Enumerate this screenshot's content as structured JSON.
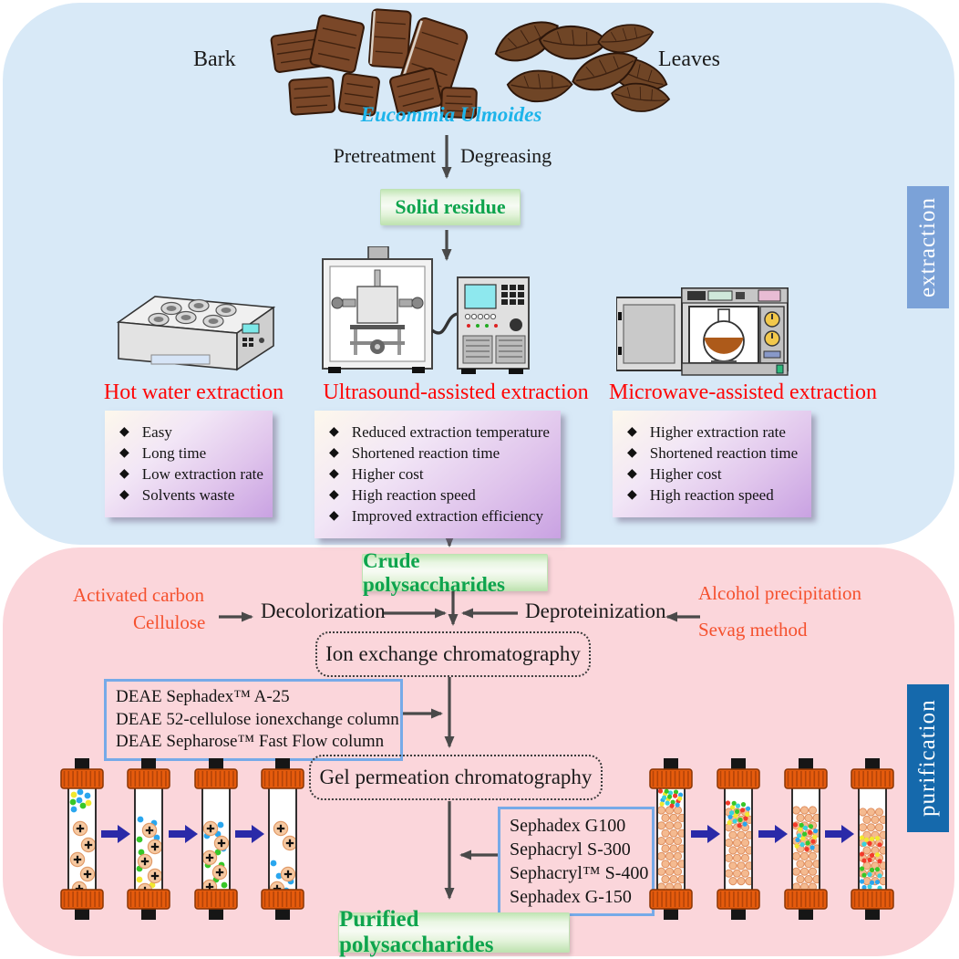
{
  "ui": {
    "bullet_icon": "◆"
  },
  "panels": {
    "extraction_tab": "extraction",
    "purification_tab": "purification"
  },
  "source": {
    "bark_label": "Bark",
    "leaves_label": "Leaves",
    "plant_name": "Eucommia Ulmoides",
    "pretreatment_label": "Pretreatment",
    "degreasing_label": "Degreasing",
    "solid_residue_label": "Solid residue"
  },
  "extraction_methods": [
    {
      "title": "Hot water extraction",
      "points": [
        "Easy",
        "Long time",
        "Low extraction rate",
        "Solvents waste"
      ]
    },
    {
      "title": "Ultrasound-assisted extraction",
      "points": [
        "Reduced extraction temperature",
        "Shortened reaction time",
        "Higher cost",
        "High reaction speed",
        "Improved extraction efficiency"
      ]
    },
    {
      "title": "Microwave-assisted extraction",
      "points": [
        "Higher extraction rate",
        "Shortened reaction time",
        "Higher cost",
        "High reaction speed"
      ]
    }
  ],
  "purification": {
    "crude_label": "Crude polysaccharides",
    "decolorization_label": "Decolorization",
    "decolorization_agents": [
      "Activated carbon",
      "Cellulose"
    ],
    "deproteinization_label": "Deproteinization",
    "deproteinization_agents": [
      "Alcohol precipitation",
      "Sevag method"
    ],
    "ion_exchange_label": "Ion exchange chromatography",
    "ion_exchange_columns": [
      "DEAE Sephadex™  A-25",
      "DEAE 52-cellulose ionexchange column",
      "DEAE Sepharose™ Fast Flow column"
    ],
    "gel_permeation_label": "Gel permeation chromatography",
    "gel_media": [
      "Sephadex G100",
      "Sephacryl S-300",
      "Sephacryl™ S-400",
      "Sephadex G-150"
    ],
    "purified_label": "Purified polysaccharides"
  },
  "colors": {
    "extraction_panel_bg": "#d8e9f7",
    "purification_panel_bg": "#fbd6db",
    "extraction_tab_bg": "#7ba2d8",
    "purification_tab_bg": "#1569ac",
    "green_box_text": "#0ea44d",
    "method_title_red": "#fe0505",
    "agent_orange": "#f5512e",
    "plant_name_cyan": "#1db4ea",
    "connector_gray": "#4a4a4a",
    "flow_arrow_blue": "#2a2aa8",
    "column_cap_orange": "#e55b0d"
  }
}
